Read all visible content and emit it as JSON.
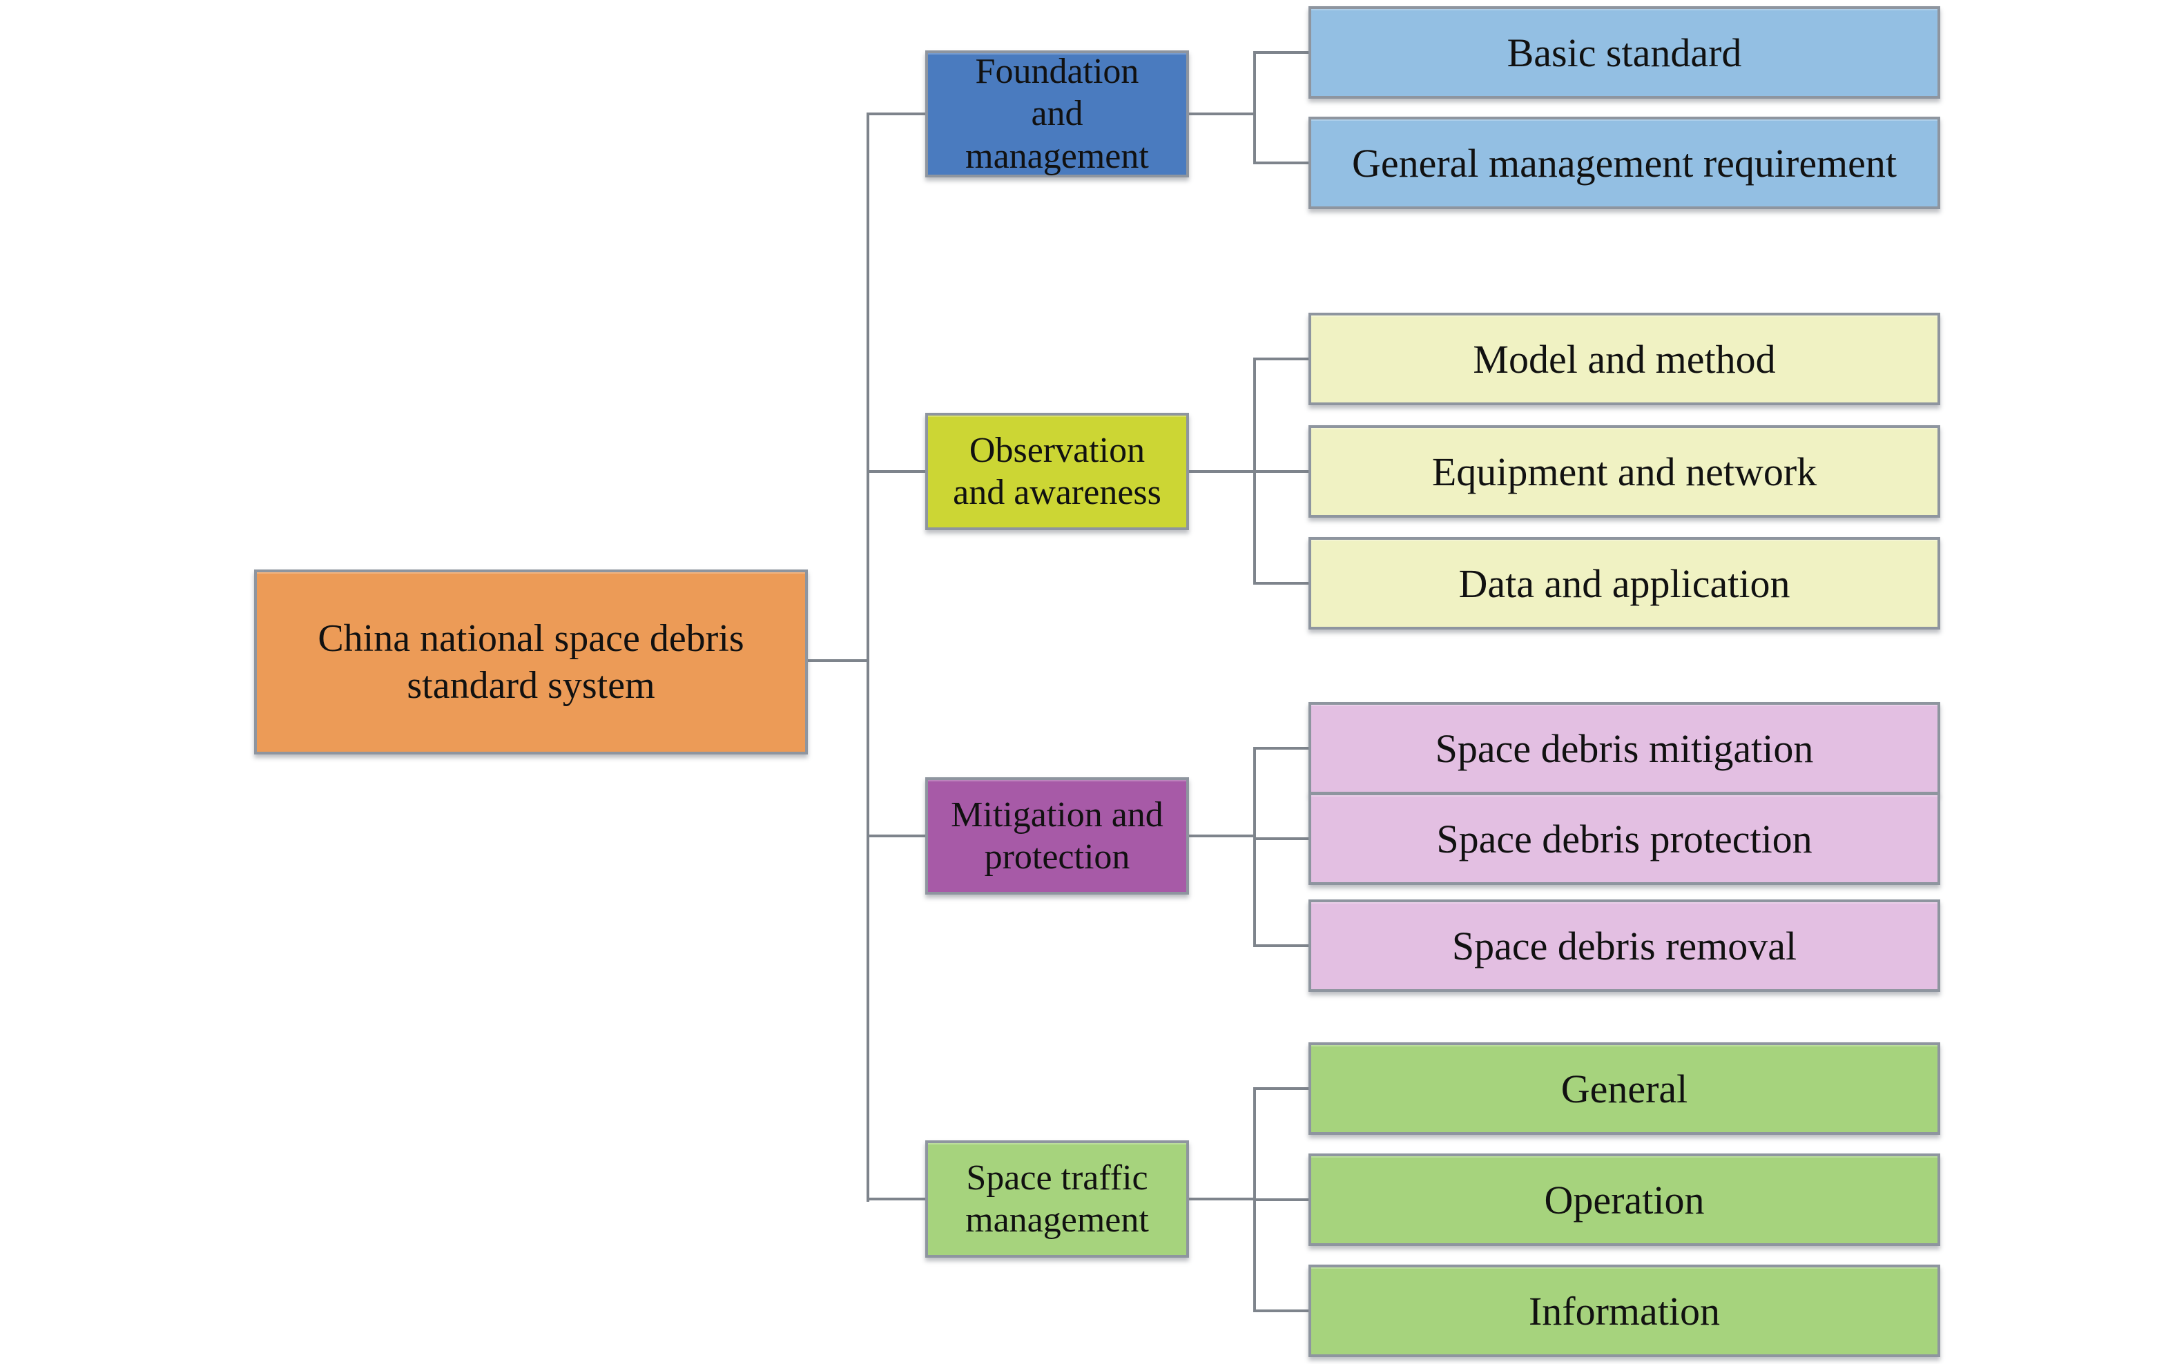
{
  "diagram": {
    "type": "tree",
    "root": {
      "label": "China national space debris standard system",
      "label_lines": [
        "China national space debris",
        "standard system"
      ],
      "color": "#ec9b57"
    },
    "branches": [
      {
        "label": "Foundation and management",
        "label_lines": [
          "Foundation",
          "and",
          "management"
        ],
        "color": "#4a7bbf",
        "child_color": "#93bfe3",
        "children": [
          "Basic standard",
          "General management requirement"
        ]
      },
      {
        "label": "Observation and awareness",
        "label_lines": [
          "Observation",
          "and awareness"
        ],
        "color": "#ccd634",
        "child_color": "#f0f2c3",
        "children": [
          "Model and method",
          "Equipment and network",
          "Data and application"
        ]
      },
      {
        "label": "Mitigation and protection",
        "label_lines": [
          "Mitigation and",
          "protection"
        ],
        "color": "#a75aa7",
        "child_color": "#e3bfe2",
        "children": [
          "Space debris mitigation",
          "Space debris protection",
          "Space debris removal"
        ]
      },
      {
        "label": "Space traffic management",
        "label_lines": [
          "Space traffic",
          "management"
        ],
        "color": "#a6d37d",
        "child_color": "#a6d37d",
        "children": [
          "General",
          "Operation",
          "Information"
        ]
      }
    ],
    "line_color": "#7e848c",
    "border_color": "#8e959f",
    "background": "#ffffff",
    "text_color": "#111111"
  }
}
